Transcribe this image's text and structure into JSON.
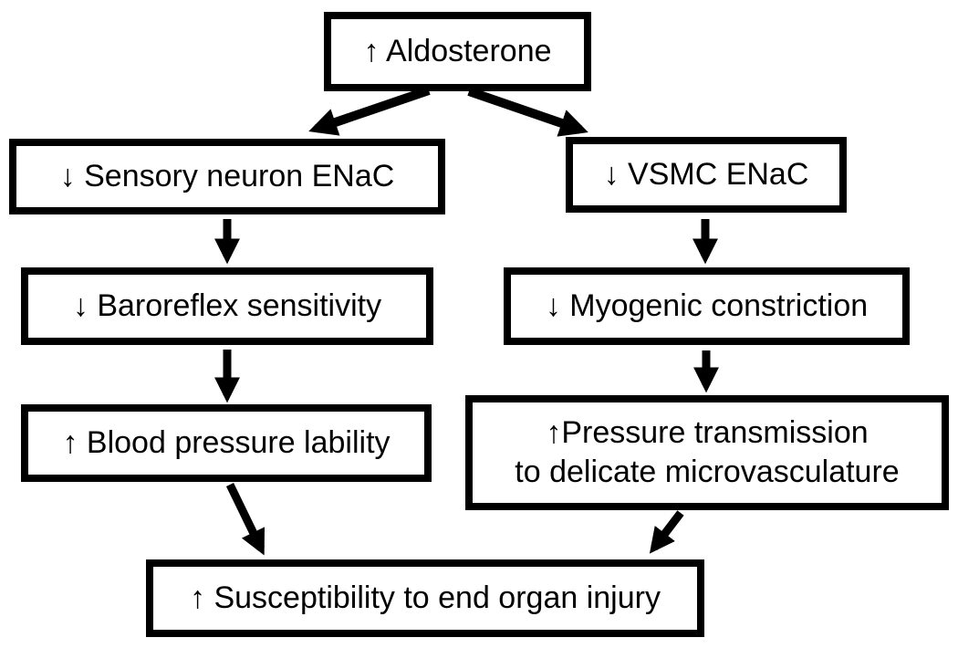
{
  "colors": {
    "ink": "#000000",
    "background": "#ffffff",
    "box_fill": "#ffffff"
  },
  "nodes": {
    "aldosterone": {
      "label": "↑ Aldosterone"
    },
    "sensory_neuron_enac": {
      "label": "↓ Sensory neuron ENaC"
    },
    "vsmc_enac": {
      "label": "↓ VSMC ENaC"
    },
    "baroreflex_sensitivity": {
      "label": "↓ Baroreflex sensitivity"
    },
    "myogenic_constriction": {
      "label": "↓ Myogenic constriction"
    },
    "blood_pressure_lability": {
      "label": "↑ Blood pressure lability"
    },
    "pressure_transmission": {
      "line1": "↑Pressure transmission",
      "line2": "to delicate microvasculature"
    },
    "end_organ_injury": {
      "label": "↑ Susceptibility to end organ injury"
    }
  },
  "edges": [
    {
      "from": "aldosterone",
      "to": "sensory_neuron_enac"
    },
    {
      "from": "aldosterone",
      "to": "vsmc_enac"
    },
    {
      "from": "sensory_neuron_enac",
      "to": "baroreflex_sensitivity"
    },
    {
      "from": "vsmc_enac",
      "to": "myogenic_constriction"
    },
    {
      "from": "baroreflex_sensitivity",
      "to": "blood_pressure_lability"
    },
    {
      "from": "myogenic_constriction",
      "to": "pressure_transmission"
    },
    {
      "from": "blood_pressure_lability",
      "to": "end_organ_injury"
    },
    {
      "from": "pressure_transmission",
      "to": "end_organ_injury"
    }
  ]
}
